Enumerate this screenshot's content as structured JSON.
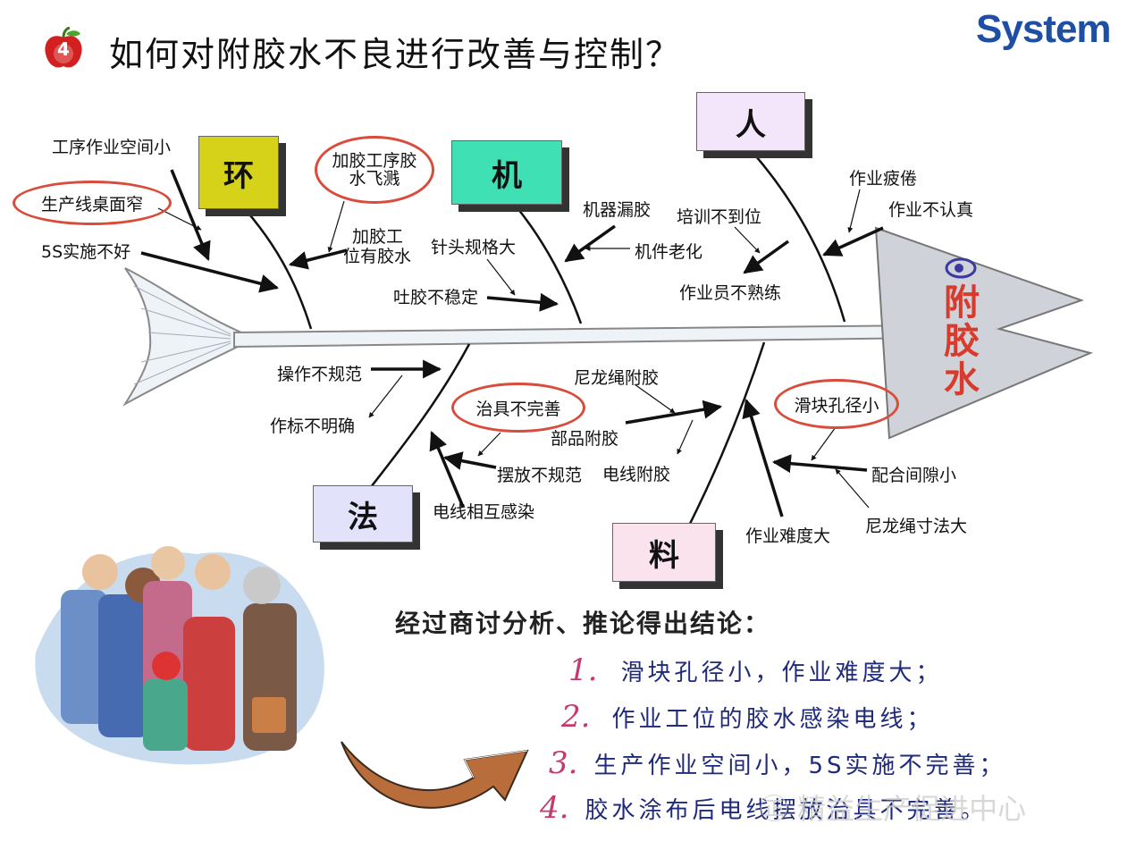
{
  "header": {
    "title": "如何对附胶水不良进行改善与控制？",
    "badge_number": "4",
    "logo_text": "System"
  },
  "diagram": {
    "head_label": "附胶水",
    "categories": {
      "env": "环",
      "machine": "机",
      "people": "人",
      "method": "法",
      "material": "料"
    },
    "labels": {
      "l1": "工序作业空间小",
      "l2": "生产线桌面窄",
      "l3": "5S实施不好",
      "l4": "加胶工序胶水飞溅",
      "l5a": "加胶工",
      "l5b": "位有胶水",
      "l6": "针头规格大",
      "l7": "吐胶不稳定",
      "l8": "机器漏胶",
      "l9": "机件老化",
      "l10": "培训不到位",
      "l11": "作业员不熟练",
      "l12": "作业疲倦",
      "l13": "作业不认真",
      "l14": "操作不规范",
      "l15": "作标不明确",
      "l16": "治具不完善",
      "l17": "摆放不规范",
      "l18": "电线相互感染",
      "l19": "尼龙绳附胶",
      "l20": "部品附胶",
      "l21": "电线附胶",
      "l22": "滑块孔径小",
      "l23": "配合间隙小",
      "l24": "尼龙绳寸法大",
      "l25": "作业难度大"
    }
  },
  "conclusion": {
    "title": "经过商讨分析、推论得出结论：",
    "items": [
      {
        "num": "1.",
        "text": "滑块孔径小，作业难度大；"
      },
      {
        "num": "2.",
        "text": "作业工位的胶水感染电线；"
      },
      {
        "num": "3.",
        "text": "生产作业空间小，5S实施不完善；"
      },
      {
        "num": "4.",
        "text": "胶水涂布后电线摆放治具不完善。"
      }
    ]
  },
  "watermark": "㊣ 精益生产促进中心",
  "colors": {
    "env_box": "#d6d21a",
    "machine_box": "#3fe0b4",
    "people_box": "#f3e6fb",
    "method_box": "#e2e2fb",
    "material_box": "#fbe3ee",
    "highlight_circle": "#d94b3b",
    "head_text": "#d83a2c",
    "logo": "#1f4fa5"
  }
}
